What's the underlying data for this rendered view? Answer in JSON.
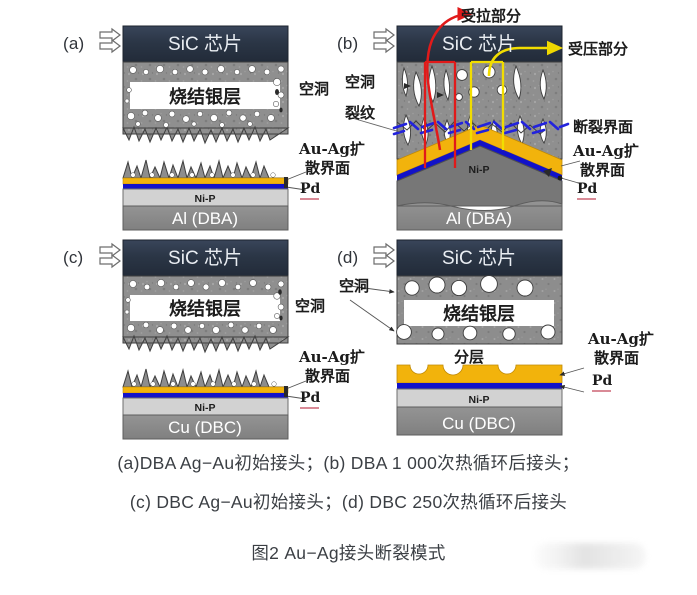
{
  "figure": {
    "number": "图2",
    "title": "Au-Ag接头断裂模式",
    "caption_line1": "(a)DBA Ag−Au初始接头；(b) DBA 1 000次热循环后接头；",
    "caption_line2": "(c) DBC Ag−Au初始接头；(d) DBC 250次热循环后接头",
    "caption_line3": "图2  Au−Ag接头断裂模式"
  },
  "colors": {
    "chip": "#2b3646",
    "chip_dark": "#1e2735",
    "sinter_matrix": "#8d8d8d",
    "void_white": "#ffffff",
    "gold": "#f2b30c",
    "gold_dark": "#c98f06",
    "pd_blue": "#1212c8",
    "nip_gray": "#d2d2d2",
    "substrate_gray": "#8a8a8a",
    "tension_red": "#e11a1a",
    "compression_yellow": "#f2dd00",
    "fracture_blue": "#2222dd",
    "outline": "#4a4a4a",
    "text": "#1b1b1b",
    "caption_text": "#3b3f44"
  },
  "panels": [
    {
      "id": "a",
      "letter": "(a)",
      "chip_label": "SiC 芯片",
      "sinter_label": "烧结银层",
      "interlayer_label": "Ni-P",
      "substrate_label": "Al (DBA)",
      "annotations": [
        {
          "name": "void",
          "text": "空洞"
        },
        {
          "name": "au-ag-diffusion-interface",
          "text_line1": "Au-Ag扩",
          "text_line2": "散界面"
        },
        {
          "name": "pd",
          "text": "Pd"
        }
      ]
    },
    {
      "id": "b",
      "letter": "(b)",
      "chip_label": "SiC 芯片",
      "interlayer_label": "Ni-P",
      "substrate_label": "Al (DBA)",
      "annotations": [
        {
          "name": "tension-zone",
          "text": "受拉部分"
        },
        {
          "name": "compression-zone",
          "text": "受压部分"
        },
        {
          "name": "void",
          "text": "空洞"
        },
        {
          "name": "crack",
          "text": "裂纹"
        },
        {
          "name": "fracture-interface",
          "text": "断裂界面"
        },
        {
          "name": "au-ag-diffusion-interface",
          "text_line1": "Au-Ag扩",
          "text_line2": "散界面"
        },
        {
          "name": "pd",
          "text": "Pd"
        }
      ]
    },
    {
      "id": "c",
      "letter": "(c)",
      "chip_label": "SiC 芯片",
      "sinter_label": "烧结银层",
      "interlayer_label": "Ni-P",
      "substrate_label": "Cu (DBC)",
      "annotations": [
        {
          "name": "void",
          "text": "空洞"
        },
        {
          "name": "au-ag-diffusion-interface",
          "text_line1": "Au-Ag扩",
          "text_line2": "散界面"
        },
        {
          "name": "pd",
          "text": "Pd"
        }
      ]
    },
    {
      "id": "d",
      "letter": "(d)",
      "chip_label": "SiC 芯片",
      "sinter_label": "烧结银层",
      "interlayer_label": "Ni-P",
      "substrate_label": "Cu (DBC)",
      "annotations": [
        {
          "name": "void",
          "text": "空洞"
        },
        {
          "name": "delamination",
          "text": "分层"
        },
        {
          "name": "au-ag-diffusion-interface",
          "text_line1": "Au-Ag扩",
          "text_line2": "散界面"
        },
        {
          "name": "pd",
          "text": "Pd"
        }
      ]
    }
  ]
}
